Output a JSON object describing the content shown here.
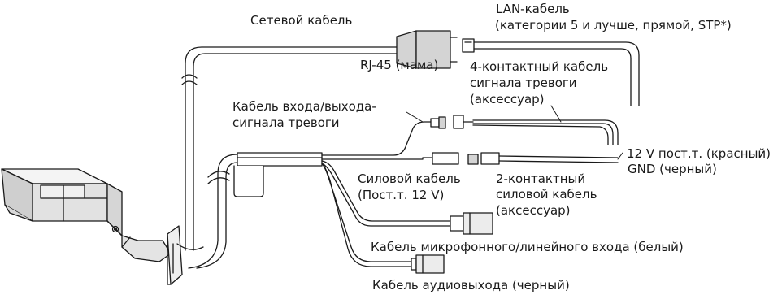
{
  "labels": {
    "network_cable": "Сетевой кабель",
    "lan_cable_line1": "LAN-кабель",
    "lan_cable_line2": "(категории 5 и лучше, прямой, STP*)",
    "rj45": "RJ-45 (мама)",
    "alarm_4pin_line1": "4-контактный кабель",
    "alarm_4pin_line2": "сигнала тревоги",
    "alarm_4pin_line3": "(аксессуар)",
    "alarm_io_line1": "Кабель входа/выхода-",
    "alarm_io_line2": "сигнала тревоги",
    "dc12_red": "12 V пост.т. (красный)",
    "gnd_black": "GND (черный)",
    "power_cable_line1": "Силовой кабель",
    "power_cable_line2": "(Пост.т. 12 V)",
    "power_2pin_line1": "2-контактный",
    "power_2pin_line2": "силовой кабель",
    "power_2pin_line3": "(аксессуар)",
    "mic_line_in": "Кабель микрофонного/линейного входа (белый)",
    "audio_out": "Кабель аудиовыхода (черный)"
  },
  "colors": {
    "line": "#1a1a1a",
    "camera_light": "#f4f4f4",
    "camera_mid": "#e2e2e2",
    "camera_dark": "#cfcfcf",
    "connector_gray": "#d4d4d4"
  }
}
